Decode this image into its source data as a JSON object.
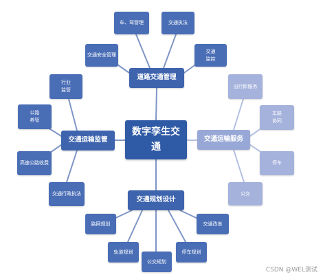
{
  "colors": {
    "center": "#2f5aa6",
    "branch_dark": "#3e64ae",
    "leaf_dark": "#4a6eb6",
    "branch_light": "#98a8d6",
    "leaf_light": "#a4b2dc",
    "line_dark": "#7e96c6",
    "line_light": "#b4c0e2"
  },
  "center": {
    "label": "数字孪生交通"
  },
  "branches": {
    "road": {
      "label": "道路交通管理",
      "leaves": {
        "vehicle_driver": "车、驾管理",
        "enforcement": "交通执法",
        "monitoring": "交通\n监控",
        "safety": "交通安全管理"
      }
    },
    "transport_supervision": {
      "label": "交通运输监管",
      "leaves": {
        "industry": "行业\n监管",
        "road_maintenance": "公路\n养管",
        "expressway_toll": "高速公路收费",
        "admin_enforcement": "交通行政执法"
      }
    },
    "transport_service": {
      "label": "交通运输服务",
      "leaves": {
        "travel_service": "出行即服务",
        "vehicle_road": "车路\n协同",
        "parking": "停车",
        "bus": "公交"
      }
    },
    "planning": {
      "label": "交通规划设计",
      "leaves": {
        "road_network": "路网规划",
        "improvement": "交通改善",
        "rail": "轨道规划",
        "parking_plan": "停车规划",
        "bus_plan": "公交规划"
      }
    }
  },
  "watermark": "CSDN @WEL测试"
}
